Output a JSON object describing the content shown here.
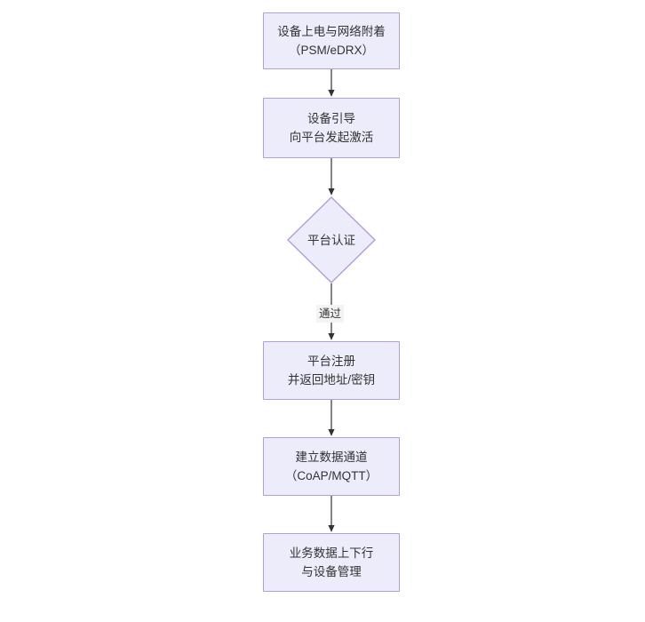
{
  "diagram": {
    "type": "flowchart",
    "orientation": "top-to-bottom",
    "background_color": "#ffffff",
    "node_fill_color": "#ececfb",
    "node_border_color": "#b39ddb",
    "text_color": "#333333",
    "connector_color": "#333333",
    "nodes": [
      {
        "id": "power-on",
        "shape": "rectangle",
        "lines": [
          "设备上电与网络附着",
          "（PSM/eDRX）"
        ]
      },
      {
        "id": "device-bootstrap",
        "shape": "rectangle",
        "lines": [
          "设备引导",
          "向平台发起激活"
        ]
      },
      {
        "id": "platform-auth",
        "shape": "diamond",
        "lines": [
          "平台认证"
        ]
      },
      {
        "id": "platform-register",
        "shape": "rectangle",
        "lines": [
          "平台注册",
          "并返回地址/密钥"
        ]
      },
      {
        "id": "data-channel",
        "shape": "rectangle",
        "lines": [
          "建立数据通道",
          "（CoAP/MQTT）"
        ]
      },
      {
        "id": "service-data",
        "shape": "rectangle",
        "lines": [
          "业务数据上下行",
          "与设备管理"
        ]
      }
    ],
    "edges": [
      {
        "id": "e1",
        "from": "power-on",
        "to": "device-bootstrap",
        "label": ""
      },
      {
        "id": "e2",
        "from": "device-bootstrap",
        "to": "platform-auth",
        "label": ""
      },
      {
        "id": "e3",
        "from": "platform-auth",
        "to": "platform-register",
        "label": "通过"
      },
      {
        "id": "e4",
        "from": "platform-register",
        "to": "data-channel",
        "label": ""
      },
      {
        "id": "e5",
        "from": "data-channel",
        "to": "service-data",
        "label": ""
      }
    ]
  }
}
